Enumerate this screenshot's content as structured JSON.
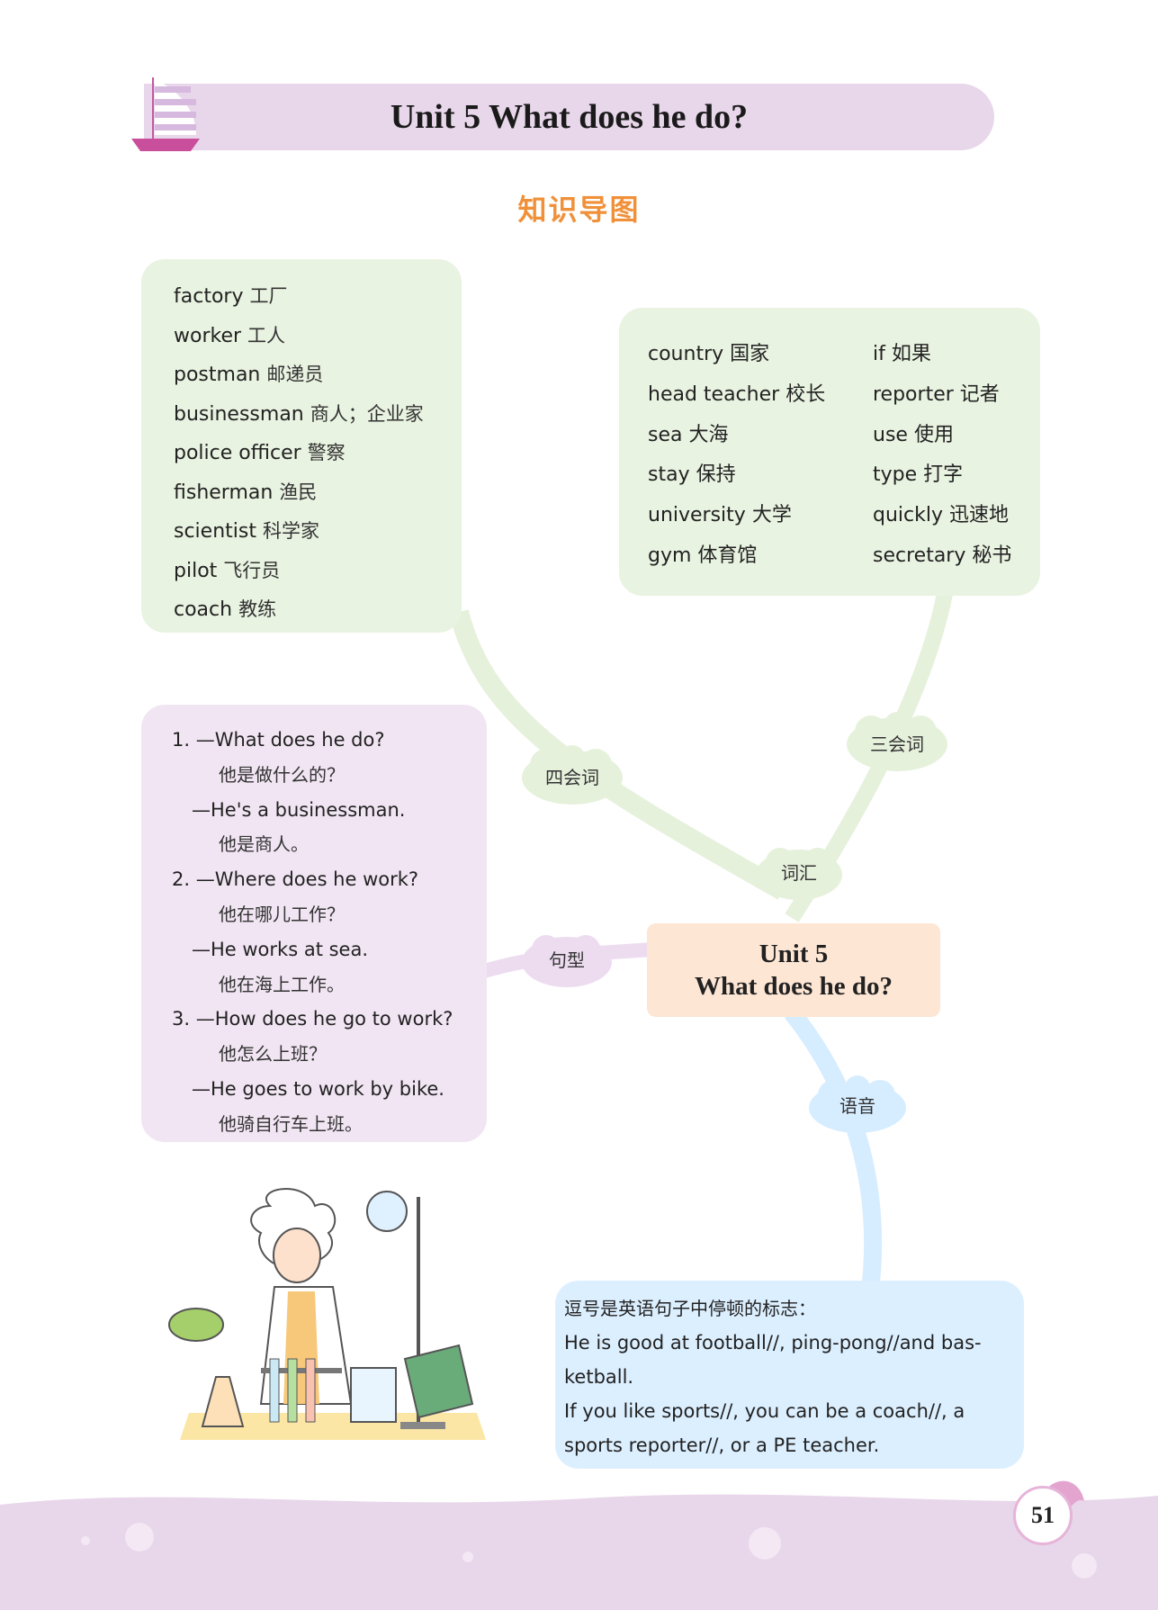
{
  "header": {
    "title": "Unit 5  What does he do?",
    "subtitle": "知识导图"
  },
  "vocab_four": [
    {
      "en": "factory",
      "zh": "工厂"
    },
    {
      "en": "worker",
      "zh": "工人"
    },
    {
      "en": "postman",
      "zh": "邮递员"
    },
    {
      "en": "businessman",
      "zh": "商人；企业家"
    },
    {
      "en": "police officer",
      "zh": "警察"
    },
    {
      "en": "fisherman",
      "zh": "渔民"
    },
    {
      "en": "scientist",
      "zh": "科学家"
    },
    {
      "en": "pilot",
      "zh": "飞行员"
    },
    {
      "en": "coach",
      "zh": "教练"
    }
  ],
  "vocab_three_left": [
    {
      "en": "country",
      "zh": "国家"
    },
    {
      "en": "head teacher",
      "zh": "校长"
    },
    {
      "en": "sea",
      "zh": "大海"
    },
    {
      "en": "stay",
      "zh": "保持"
    },
    {
      "en": "university",
      "zh": "大学"
    },
    {
      "en": "gym",
      "zh": "体育馆"
    }
  ],
  "vocab_three_right": [
    {
      "en": "if",
      "zh": "如果"
    },
    {
      "en": "reporter",
      "zh": "记者"
    },
    {
      "en": "use",
      "zh": "使用"
    },
    {
      "en": "type",
      "zh": "打字"
    },
    {
      "en": "quickly",
      "zh": "迅速地"
    },
    {
      "en": "secretary",
      "zh": "秘书"
    }
  ],
  "sentences": [
    {
      "q": "1. —What does he do?",
      "q_zh": "他是做什么的？",
      "a": "—He's a businessman.",
      "a_zh": "他是商人。"
    },
    {
      "q": "2. —Where does he work?",
      "q_zh": "他在哪儿工作？",
      "a": "—He works at sea.",
      "a_zh": "他在海上工作。"
    },
    {
      "q": "3. —How does he go to work?",
      "q_zh": "他怎么上班？",
      "a": "—He goes to work by bike.",
      "a_zh": "他骑自行车上班。"
    }
  ],
  "nodes": {
    "four": "四会词",
    "three": "三会词",
    "vocab": "词汇",
    "sentence": "句型",
    "phonics": "语音"
  },
  "center": {
    "line1": "Unit 5",
    "line2": "What does he do?"
  },
  "phonics": {
    "lines": [
      "逗号是英语句子中停顿的标志：",
      "He is good at football//, ping-pong//and bas-",
      "ketball.",
      "If you like sports//, you can be a coach//, a",
      "sports reporter//, or a PE teacher."
    ]
  },
  "page_number": "51",
  "colors": {
    "banner": "#e8d6ea",
    "subtitle": "#f0913a",
    "green": "#e9f3e1",
    "purple": "#f1e5f3",
    "peach": "#fde6d4",
    "blue": "#dcefff"
  }
}
